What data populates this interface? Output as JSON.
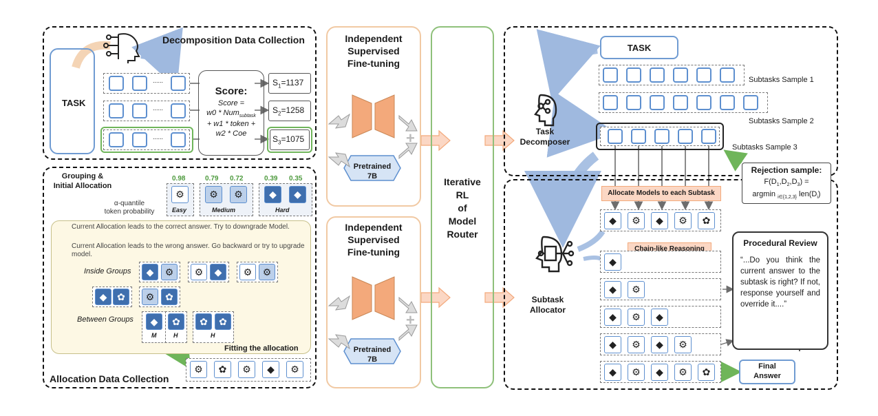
{
  "decomp": {
    "title": "Decomposition Data Collection",
    "task": "TASK",
    "dots": "......",
    "score_title": "Score:",
    "score_lines": [
      "Score =",
      "w0 * Num",
      "subtask",
      "+ w1 * token +",
      "w2 * Coe"
    ],
    "scores": [
      {
        "pre": "S",
        "sub": "1",
        "post": "=1137"
      },
      {
        "pre": "S",
        "sub": "2",
        "post": "=1258"
      },
      {
        "pre": "S",
        "sub": "3",
        "post": "=1075"
      }
    ]
  },
  "alloc": {
    "title": "Allocation Data Collection",
    "grouping": [
      "Grouping &",
      "Initial Allocation"
    ],
    "alpha": [
      "α-quantile",
      "token probability"
    ],
    "probs": [
      "0.98",
      "0.79",
      "0.72",
      "0.39",
      "0.35"
    ],
    "groups": [
      "Easy",
      "Medium",
      "Hard"
    ],
    "legend_green": "Current Allocation leads to the correct answer. Try to downgrade Model.",
    "legend_red": "Current Allocation leads to the wrong answer. Go backward or try to upgrade model.",
    "inside": "Inside Groups",
    "between": "Between Groups",
    "labels_m": "M",
    "labels_h": "H",
    "fitting": "Fitting the allocation"
  },
  "middle": {
    "sft1": [
      "Independent",
      "Supervised",
      "Fine-tuning"
    ],
    "sft2": [
      "Independent",
      "Supervised",
      "Fine-tuning"
    ],
    "pretrained": [
      "Pretrained",
      "7B"
    ],
    "plus": "+",
    "rl": [
      "Iterative",
      "RL",
      "of",
      "Model",
      "Router"
    ]
  },
  "right": {
    "task": "TASK",
    "samples": [
      "Subtasks Sample 1",
      "Subtasks Sample 2",
      "Subtasks Sample 3"
    ],
    "decomposer": [
      "Task",
      "Decomposer"
    ],
    "allocator": [
      "Subtask",
      "Allocator"
    ],
    "reject_title": "Rejection sample:",
    "reject_l1": "F(D",
    "reject_l1_subs": [
      "1",
      "2",
      "3"
    ],
    "reject_l1_end": ") =",
    "reject_l2a": "argmin ",
    "reject_l2_sub": "i∈{1,2,3}",
    "reject_l2b": " len(D",
    "reject_l2_sub2": "i",
    "reject_l2c": ")",
    "allocate": "Allocate Models to each Subtask",
    "chain": "Chain-like Reasoning",
    "review_title": "Procedural Review",
    "review_text": "“...Do you think the current answer to the subtask is right? If not, response yourself and override it....”",
    "final": [
      "Final",
      "Answer"
    ]
  },
  "colors": {
    "accent_blue": "#5d8fcf",
    "peach": "#f3a97b",
    "green": "#6fb55a",
    "red": "#c62828",
    "orange_bg": "#fbd7c4"
  }
}
